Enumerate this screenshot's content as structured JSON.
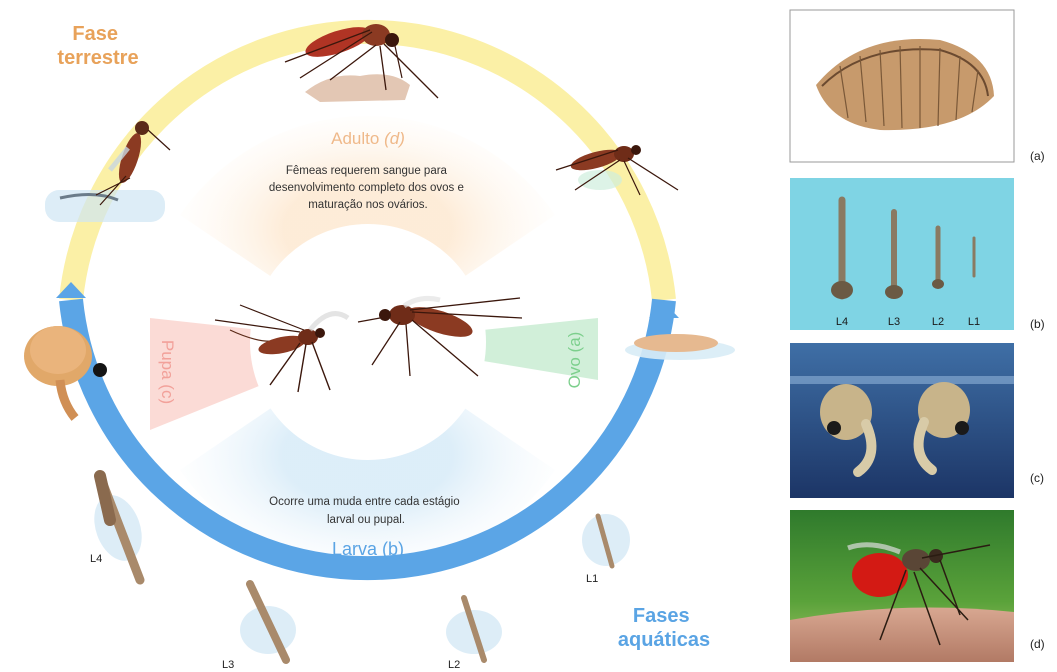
{
  "phases": {
    "terrestrial": "Fase\nterrestre",
    "aquatic": "Fases\naquáticas"
  },
  "stages": {
    "adult": {
      "name": "Adulto ",
      "letter": "(d)",
      "description": "Fêmeas requerem sangue para\ndesenvolvimento completo dos ovos e\nmaturação nos ovários."
    },
    "egg": {
      "label": "Ovo (a)"
    },
    "pupa": {
      "label": "Pupa (c)"
    },
    "larva": {
      "name": "Larva (b)",
      "description": "Ocorre uma muda entre cada estágio\nlarval ou pupal."
    }
  },
  "instars": [
    "L1",
    "L2",
    "L3",
    "L4"
  ],
  "panels": [
    {
      "id": "a",
      "label": "(a)",
      "subject": "egg raft"
    },
    {
      "id": "b",
      "label": "(b)",
      "subject": "larval instars",
      "instar_labels": [
        "L4",
        "L3",
        "L2",
        "L1"
      ]
    },
    {
      "id": "c",
      "label": "(c)",
      "subject": "pupae at water surface"
    },
    {
      "id": "d",
      "label": "(d)",
      "subject": "adult female feeding"
    }
  ],
  "colors": {
    "terrestrial": "#e8a25a",
    "aquatic": "#5aa4e4",
    "adult_text": "#efb98a",
    "egg_text": "#7ccf8c",
    "pupa_text": "#f2a19a",
    "larva_text": "#5aa4e4",
    "ring_yellow": "#fbf0a6",
    "ring_blue": "#5ba5e6",
    "mosquito_body": "#8b3a22"
  }
}
